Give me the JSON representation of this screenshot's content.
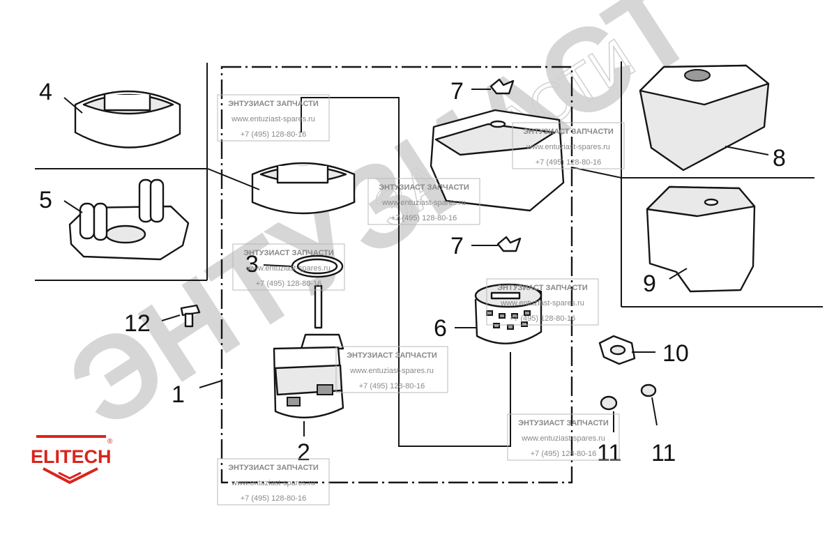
{
  "watermark": {
    "big": "ЭНТУЗИАСТ",
    "small": "ЗАПЧАСТИ",
    "box_title": "ЭНТУЗИАСТ ЗАПЧАСТИ",
    "box_url": "www.entuziast-spares.ru",
    "box_phone": "+7 (495) 128-80-16"
  },
  "callouts": {
    "c1": "1",
    "c2": "2",
    "c3": "3",
    "c4": "4",
    "c5": "5",
    "c6": "6",
    "c7a": "7",
    "c7b": "7",
    "c8": "8",
    "c9": "9",
    "c10": "10",
    "c11a": "11",
    "c11b": "11",
    "c12": "12"
  },
  "logo": {
    "brand": "ELITECH",
    "registered": "®"
  },
  "colors": {
    "logo_red": "#d9241c",
    "line": "#151515",
    "watermark_gray": "#c9c9c9"
  }
}
